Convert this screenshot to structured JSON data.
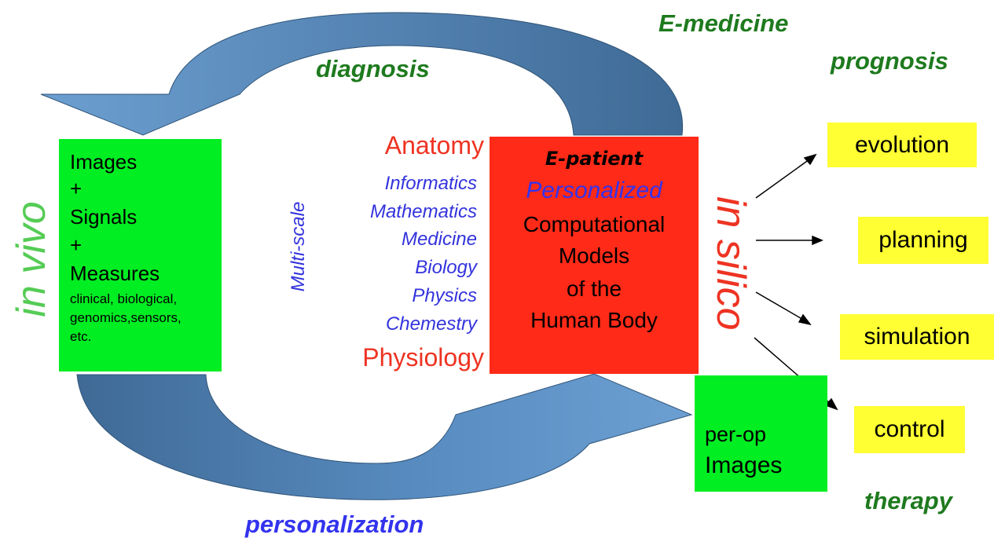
{
  "labels": {
    "emedicine": "E-medicine",
    "prognosis": "prognosis",
    "diagnosis": "diagnosis",
    "personalization": "personalization",
    "therapy": "therapy",
    "in_vivo": "in vivo",
    "in_silico": "in silico",
    "multi_scale": "Multi-scale"
  },
  "in_vivo_box": {
    "line1": "Images",
    "plus1": "+",
    "line2": "Signals",
    "plus2": "+",
    "line3": "Measures",
    "detail1": "clinical, biological,",
    "detail2": "genomics,sensors,",
    "detail3": "etc."
  },
  "disciplines": {
    "anatomy": "Anatomy",
    "items": [
      "Informatics",
      "Mathematics",
      "Medicine",
      "Biology",
      "Physics",
      "Chemestry"
    ],
    "physiology": "Physiology"
  },
  "epatient_box": {
    "title": "E-patient",
    "personalized": "Personalized",
    "line1": "Computational",
    "line2": "Models",
    "line3": "of the",
    "line4": "Human Body"
  },
  "perop_box": {
    "line1": "per-op",
    "line2": "Images"
  },
  "outcomes": [
    "evolution",
    "planning",
    "simulation",
    "control"
  ],
  "colors": {
    "green_box": "#00ee22",
    "red_box": "#ff2a18",
    "yellow_box": "#ffff33",
    "arrow_light": "#6699cc",
    "arrow_dark": "#4a74a0",
    "green_text": "#1e7a1e",
    "blue_text": "#3333ee",
    "red_text": "#ee3322"
  }
}
